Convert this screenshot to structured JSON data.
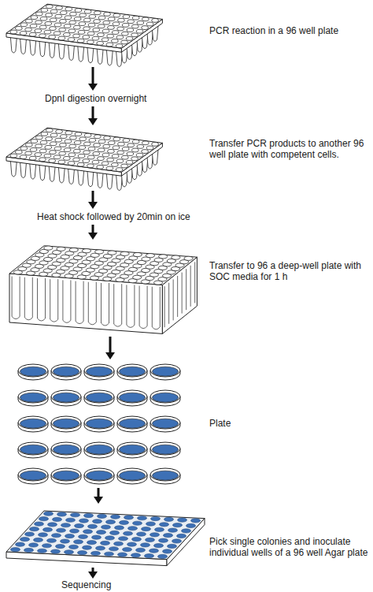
{
  "diagram": {
    "nodes": [
      {
        "text": [
          "PCR reaction in a 96 well plate"
        ]
      },
      {
        "text": [
          "Transfer PCR products to another 96 well plate with competent cells."
        ]
      },
      {
        "text": [
          "Transfer to 96 a deep-well plate with SOC media for 1 h"
        ]
      },
      {
        "text": [
          "Plate"
        ]
      },
      {
        "text": [
          "Pick single colonies and inoculate individual wells of a 96 well Agar plate"
        ]
      },
      {
        "text": [
          "Sequencing"
        ]
      }
    ],
    "edges": [
      {
        "from": 0,
        "to": 1,
        "label": "DpnI digestion overnight",
        "arrow": "to"
      },
      {
        "from": 1,
        "to": 2,
        "label": "Heat shock followed by 20min on ice",
        "arrow": "to"
      },
      {
        "from": 2,
        "to": 3,
        "arrow": "to"
      },
      {
        "from": 3,
        "to": 4,
        "arrow": "to"
      },
      {
        "from": 4,
        "to": 5,
        "arrow": "to"
      }
    ]
  }
}
